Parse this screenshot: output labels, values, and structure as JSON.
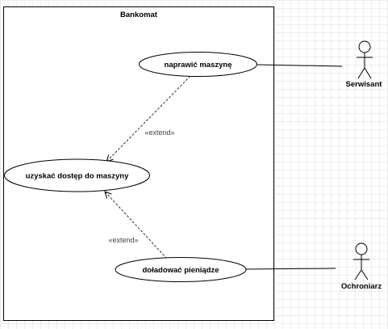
{
  "system": {
    "title": "Bankomat"
  },
  "use_cases": {
    "repair": "naprawić maszynę",
    "access": "uzyskać dostęp do maszyny",
    "refill": "doładować pieniądze"
  },
  "actors": {
    "serwisant": "Serwisant",
    "ochroniarz": "Ochroniarz"
  },
  "relations": {
    "extend_top": "«extend»",
    "extend_bottom": "«extend»"
  },
  "colors": {
    "stroke": "#000000",
    "grid": "#ececec",
    "background": "#ffffff"
  }
}
